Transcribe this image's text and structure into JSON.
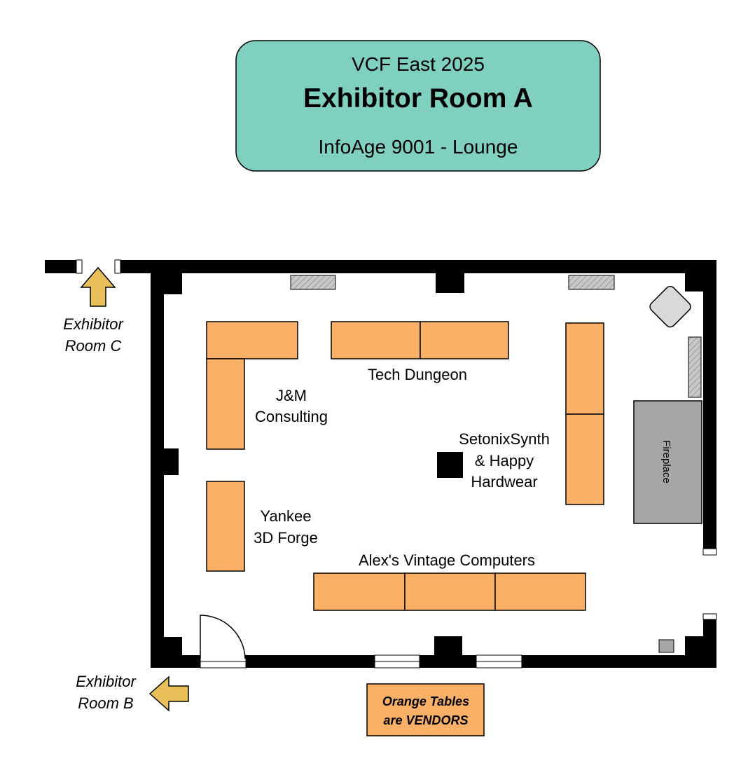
{
  "header": {
    "line1": "VCF East 2025",
    "line2": "Exhibitor Room A",
    "line3": "InfoAge 9001 - Lounge",
    "box_color": "#80d0c0"
  },
  "colors": {
    "vendor_table": "#fbb068",
    "wall": "#000000",
    "fireplace": "#a6a6a6",
    "arrow": "#e9bf5a",
    "hatch": "#c8c8c8"
  },
  "exits": {
    "room_c": {
      "line1": "Exhibitor",
      "line2": "Room C",
      "icon": "arrow-up-icon"
    },
    "room_b": {
      "line1": "Exhibitor",
      "line2": "Room B",
      "icon": "arrow-left-icon"
    }
  },
  "vendors": {
    "jm_line1": "J&M",
    "jm_line2": "Consulting",
    "tech_dungeon": "Tech Dungeon",
    "setonix_line1": "SetonixSynth",
    "setonix_line2": "& Happy",
    "setonix_line3": "Hardwear",
    "yankee_line1": "Yankee",
    "yankee_line2": "3D Forge",
    "alex": "Alex's Vintage Computers"
  },
  "fixtures": {
    "fireplace": "Fireplace"
  },
  "legend": {
    "line1": "Orange Tables",
    "line2": "are VENDORS"
  }
}
